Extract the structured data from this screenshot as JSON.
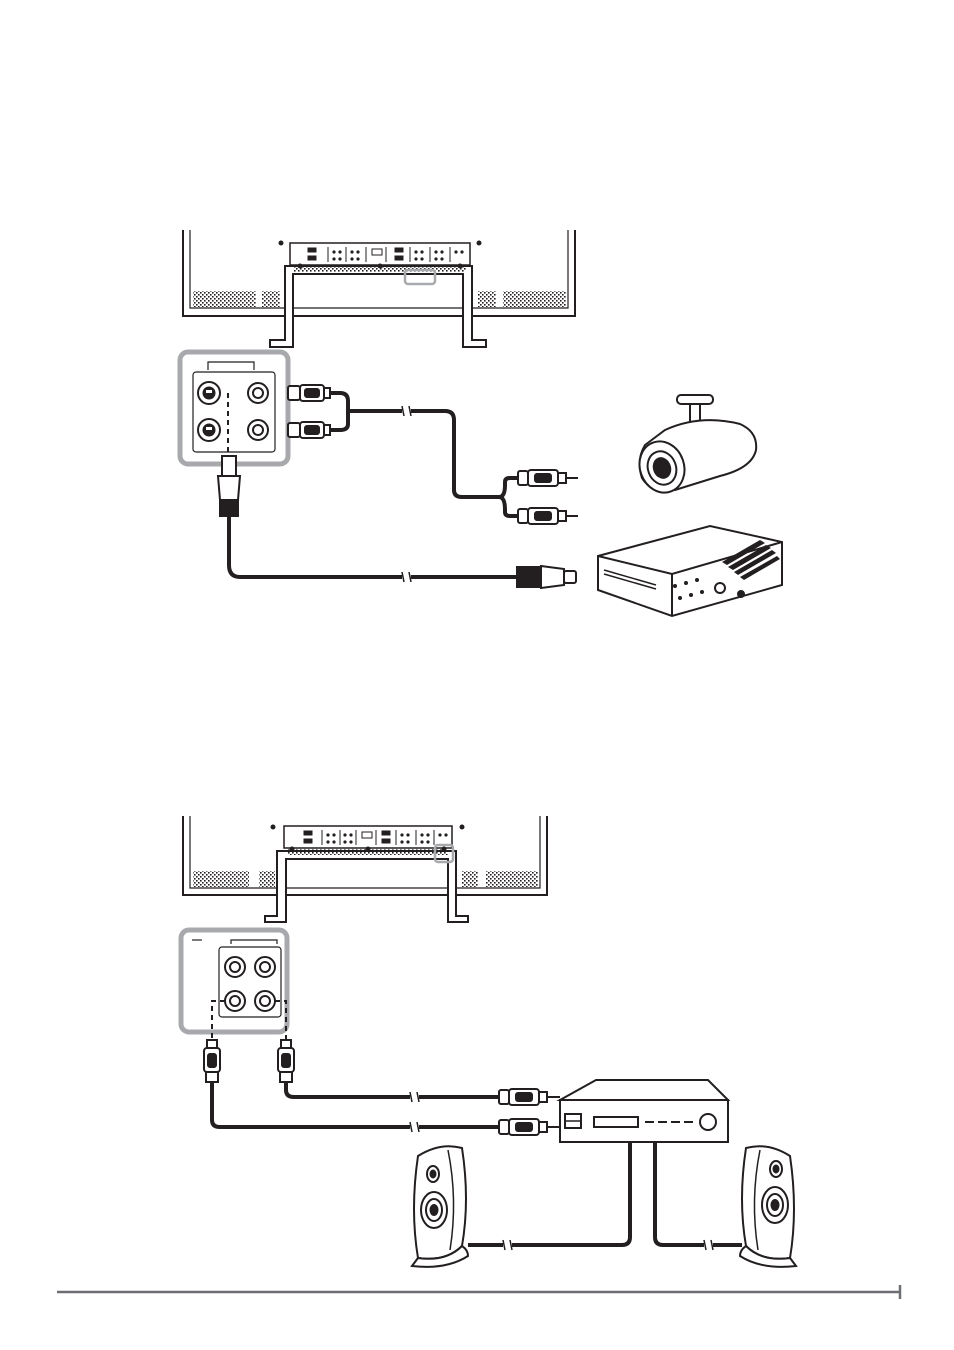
{
  "figures": [
    {
      "id": "video-connection",
      "devices": [
        "monitor-rear",
        "video-input-panel",
        "cctv-camera",
        "video-player"
      ]
    },
    {
      "id": "audio-connection",
      "devices": [
        "monitor-rear",
        "audio-output-panel",
        "amplifier",
        "speaker-left",
        "speaker-right"
      ]
    }
  ],
  "colors": {
    "line": "#231f20",
    "highlight": "#a7a9ac",
    "panel": "#ffffff"
  }
}
